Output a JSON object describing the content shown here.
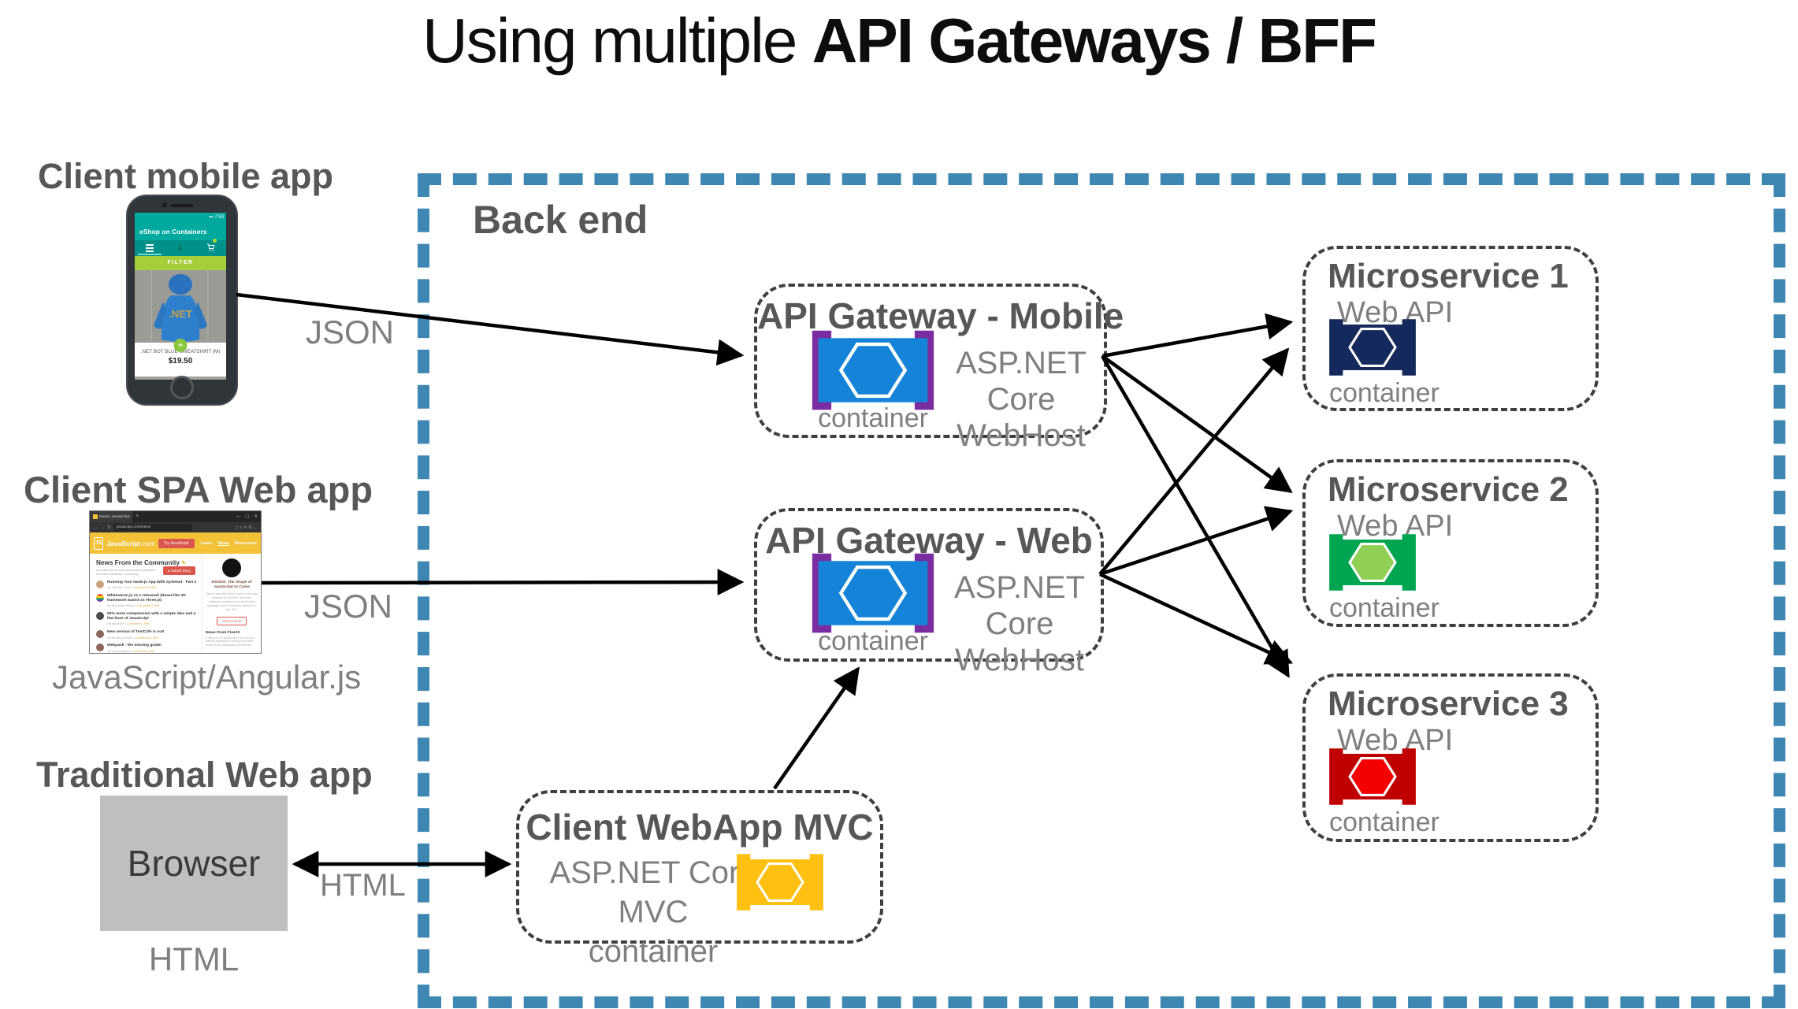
{
  "page": {
    "title_regular": "Using multiple ",
    "title_bold": "API Gateways / BFF"
  },
  "colors": {
    "backend_border": "#3e87b2",
    "heading_gray": "#575757",
    "muted_gray": "#7f7f7f",
    "gateway_container_blue": "#1584d8",
    "gateway_bracket_purple": "#7a2da0",
    "ms1_navy": "#16295c",
    "ms2_green": "#00a551",
    "ms2_hex_light_green": "#8fd054",
    "ms3_dark_red": "#c00000",
    "ms3_hex_red": "#f50002",
    "mvc_amber": "#ffc011",
    "eshop_teal": "#00a99d",
    "eshop_filter_green": "#a6ce39",
    "js_yellow": "#f3c237",
    "js_red": "#db574d",
    "browser_box_gray": "#bfbfbf"
  },
  "backend": {
    "label": "Back end"
  },
  "mobile_client": {
    "label": "Client mobile app",
    "arrow_label": "JSON",
    "app": {
      "status_icons": "▾▪",
      "status_time": "7:53",
      "app_bar": "eShop on Containers",
      "filter_button": "FILTER",
      "net_logo": ".NET",
      "plus": "+",
      "product_name": ".NET BOT BLUE SWEATSHIRT (M)",
      "product_price": "$19.50"
    }
  },
  "spa_client": {
    "label": "Client SPA Web app",
    "tech_label": "JavaScript/Angular.js",
    "arrow_label": "JSON",
    "browser": {
      "tab_title": "News | JavaScript",
      "new_tab": "+",
      "win_min": "—",
      "win_max": "▢",
      "win_close": "✕",
      "nav_back": "←",
      "nav_fwd": "→",
      "nav_refresh": "↻",
      "url": "javascript.com/news",
      "addr_icons": "☆ ≡ ✕ ⚙ …",
      "logo": "JS",
      "brand_bold": "JavaScript",
      "brand_rest": ".com",
      "try_button": "Try JavaScript",
      "nav": [
        {
          "label": "Learn"
        },
        {
          "label": "News"
        },
        {
          "label": "Resources"
        }
      ],
      "heading": "News From the Community",
      "pencil": "✎",
      "sub": "A curated list of news and stories submitted from the JavaScript community.",
      "submit_button": "● Submit Story",
      "articles": [
        {
          "title": "Running Your Node.js App With Systemd - Part 2",
          "via": "via Tierney Coren | ",
          "links": "Comments | Site"
        },
        {
          "title": "Whitestorm.js v1.1 released! (React-like 3D framework based on Three.js)",
          "via": "via Alexander Buzin | ",
          "links": "Comments | Site"
        },
        {
          "title": "50% more compression with a simple idea and a few lines of JavaScript",
          "via": "via arhuman | ",
          "links": "Comments | Site"
        },
        {
          "title": "New version of TestCafe is out!",
          "via": "via Andrey Churkin | ",
          "links": "Comments | Site"
        },
        {
          "title": "Webpack - the missing guide!",
          "via": "via Guy Mograbi | ",
          "links": "Comments | Site"
        }
      ],
      "sidebar": {
        "course_title": "ES2015: The Shape of JavaScript to Come",
        "course_text": "Stay in tune and learn some of the new features of ES2015, the most extensive update to the JavaScript language since it was first released in the 90s.",
        "course_button": "View Course",
        "news_heading": "News From FiveJS",
        "news_text": "5 Minutes of JavaScript (FiveJS) is a weekly newsletter curating the latest news in the JavaScript community."
      }
    }
  },
  "traditional_client": {
    "label": "Traditional Web app",
    "box_label": "Browser",
    "below_label": "HTML",
    "arrow_label": "HTML"
  },
  "gateway_mobile": {
    "title": "API Gateway - Mobile",
    "host_line1": "ASP.NET Core",
    "host_line2": "WebHost",
    "container_label": "container"
  },
  "gateway_web": {
    "title": "API Gateway - Web",
    "host_line1": "ASP.NET Core",
    "host_line2": "WebHost",
    "container_label": "container"
  },
  "mvc_app": {
    "title": "Client WebApp MVC",
    "line1": "ASP.NET Core MVC",
    "line2": "container"
  },
  "microservices": [
    {
      "title": "Microservice 1",
      "sub": "Web API",
      "container_label": "container"
    },
    {
      "title": "Microservice 2",
      "sub": "Web API",
      "container_label": "container"
    },
    {
      "title": "Microservice 3",
      "sub": "Web API",
      "container_label": "container"
    }
  ]
}
